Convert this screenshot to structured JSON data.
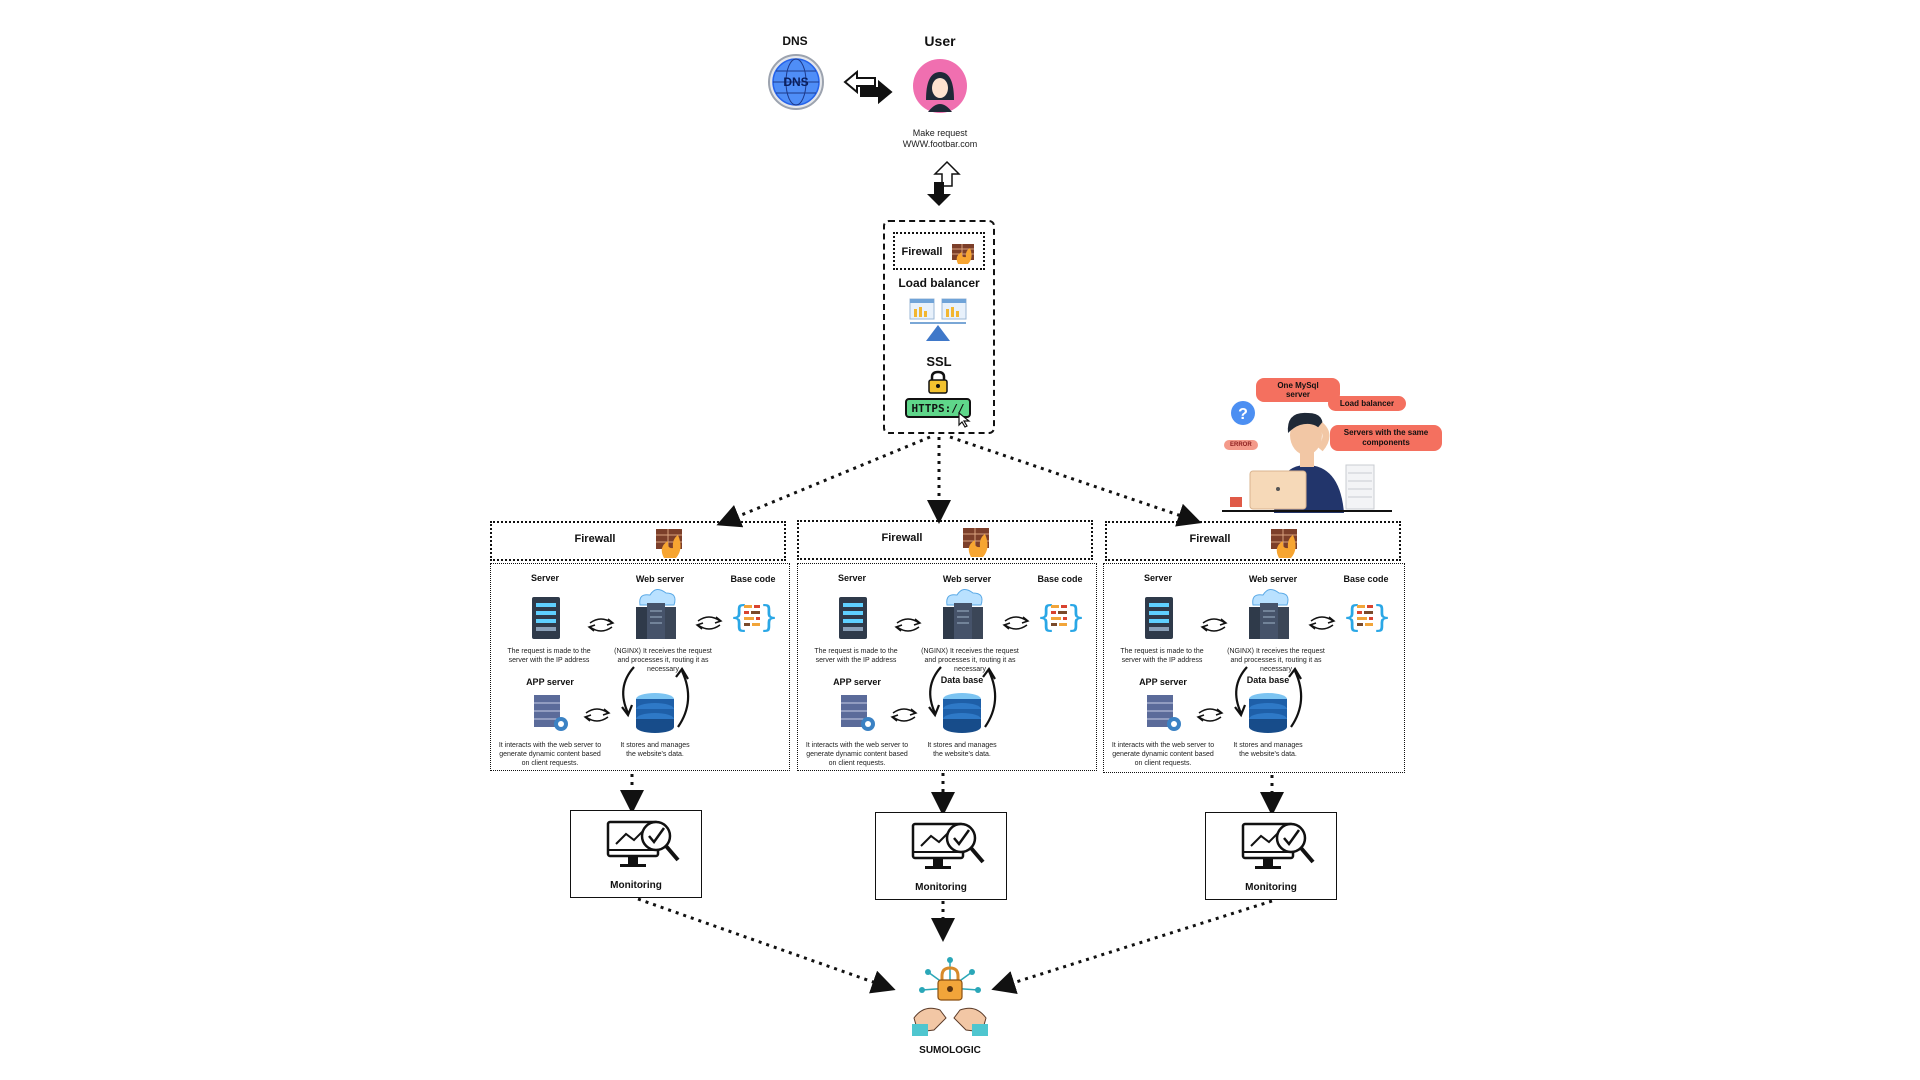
{
  "top": {
    "dns_title": "DNS",
    "dns_globe_text": "DNS",
    "user_title": "User",
    "request_line1": "Make request",
    "request_line2": "WWW.footbar.com"
  },
  "gateway": {
    "firewall": "Firewall",
    "load_balancer": "Load balancer",
    "ssl": "SSL",
    "https": "HTTPS://"
  },
  "clusters": [
    {
      "firewall": "Firewall",
      "server": "Server",
      "web_server": "Web server",
      "base_code": "Base code",
      "server_desc": "The request is made to the server with the IP address",
      "web_desc": "(NGINX) It receives the request and processes it, routing it as necessary",
      "app_server": "APP server",
      "database": "",
      "app_desc": "It interacts with the web server to generate dynamic content based on client requests.",
      "db_desc": "It stores and manages the website's data.",
      "monitoring": "Monitoring"
    },
    {
      "firewall": "Firewall",
      "server": "Server",
      "web_server": "Web server",
      "base_code": "Base code",
      "server_desc": "The request is made to the server with the IP address",
      "web_desc": "(NGINX) It receives the request and processes it, routing it as necessary",
      "app_server": "APP server",
      "database": "Data base",
      "app_desc": "It interacts with the web server to generate dynamic content based on client requests.",
      "db_desc": "It stores and manages the website's data.",
      "monitoring": "Monitoring"
    },
    {
      "firewall": "Firewall",
      "server": "Server",
      "web_server": "Web server",
      "base_code": "Base code",
      "server_desc": "The request is made to the server with the IP address",
      "web_desc": "(NGINX) It receives the request and processes it, routing it as necessary",
      "app_server": "APP server",
      "database": "Data base",
      "app_desc": "It interacts with the web server to generate dynamic content based on client requests.",
      "db_desc": "It stores and manages the website's data.",
      "monitoring": "Monitoring"
    }
  ],
  "issues": {
    "pill1": "One MySql server",
    "pill2": "Load balancer",
    "pill3": "Servers with the same components",
    "error": "ERROR"
  },
  "sumologic": "SUMOLOGIC",
  "colors": {
    "user_bg": "#f06fb0",
    "globe": "#3b82f6",
    "pill": "#f4705f",
    "https_green": "#5fd68a",
    "db_blue": "#1e5fa8"
  }
}
